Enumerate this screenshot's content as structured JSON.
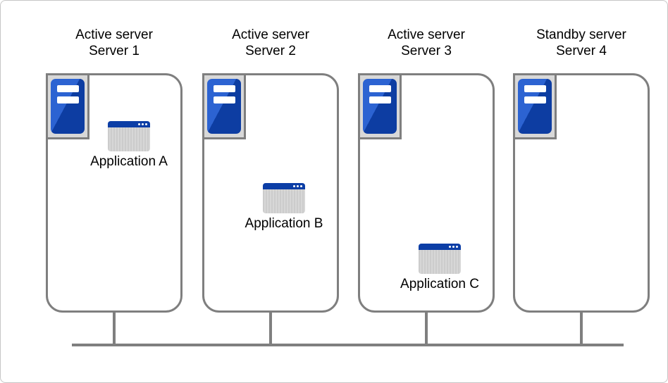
{
  "servers": [
    {
      "role": "Active server",
      "name": "Server 1",
      "application": "Application A"
    },
    {
      "role": "Active server",
      "name": "Server 2",
      "application": "Application B"
    },
    {
      "role": "Active server",
      "name": "Server 3",
      "application": "Application C"
    },
    {
      "role": "Standby server",
      "name": "Server 4"
    }
  ],
  "icons": {
    "server": "tower-server-icon",
    "application": "app-window-icon"
  },
  "colors": {
    "server_blue_light": "#2c63d2",
    "server_blue_dark": "#0d3da2",
    "app_titlebar_blue": "#0c3ea6",
    "shape_border_gray": "#7f7f7f",
    "icon_panel_gray": "#d8d8d8",
    "network_line_gray": "#7f7f7f",
    "app_body_gray": "#d2d2d2",
    "text_color": "#000000",
    "background": "#ffffff"
  }
}
